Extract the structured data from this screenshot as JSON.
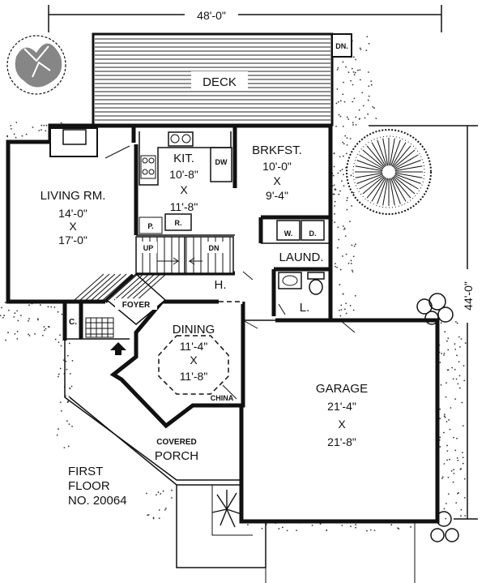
{
  "dimensions": {
    "overall_width": "48'-0\"",
    "overall_depth": "44'-0\""
  },
  "rooms": {
    "deck": {
      "name": "DECK",
      "stair": "DN."
    },
    "living": {
      "name": "LIVING RM.",
      "w": "14'-0\"",
      "x": "X",
      "d": "17'-0\""
    },
    "kitchen": {
      "name": "KIT.",
      "w": "10'-8\"",
      "x": "X",
      "d": "11'-8\"",
      "dw": "DW"
    },
    "breakfast": {
      "name": "BRKFST.",
      "w": "10'-0\"",
      "x": "X",
      "d": "9'-4\""
    },
    "laundry": {
      "name": "LAUND.",
      "washer": "W.",
      "dryer": "D."
    },
    "stairs": {
      "up": "UP",
      "down": "DN",
      "pantry": "P.",
      "refrigerator": "R."
    },
    "hall": {
      "name": "H."
    },
    "lav": {
      "name": "L."
    },
    "foyer": {
      "name": "FOYER"
    },
    "closet": {
      "name": "C."
    },
    "dining": {
      "name": "DINING",
      "w": "11'-4\"",
      "x": "X",
      "d": "11'-8\""
    },
    "china": {
      "name": "CHINA"
    },
    "garage": {
      "name": "GARAGE",
      "w": "21'-4\"",
      "x": "X",
      "d": "21'-8\""
    },
    "porch": {
      "line1": "COVERED",
      "line2": "PORCH"
    }
  },
  "caption": {
    "line1": "FIRST",
    "line2": "FLOOR",
    "line3": "NO. 20064"
  }
}
